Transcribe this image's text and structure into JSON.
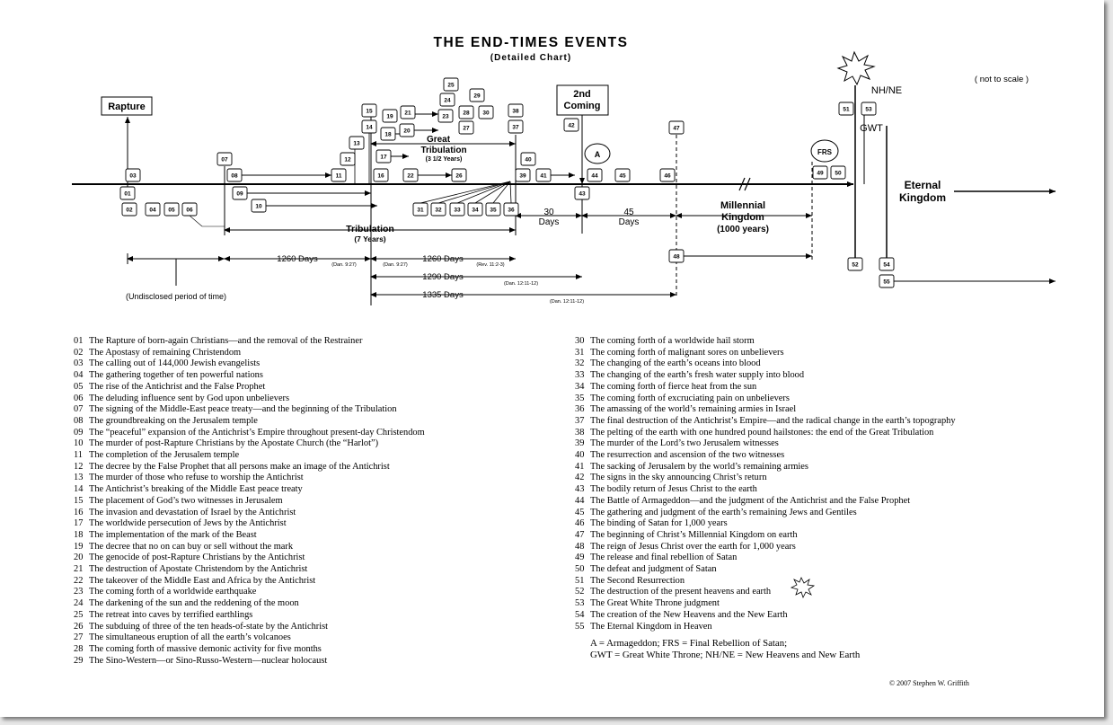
{
  "title": "THE END-TIMES EVENTS",
  "subtitle": "(Detailed Chart)",
  "note": "( not to scale )",
  "labels": {
    "rapture": "Rapture",
    "second_coming_1": "2nd",
    "second_coming_2": "Coming",
    "nhne": "NH/NE",
    "gwt": "GWT",
    "frs": "FRS",
    "armageddon": "A",
    "great_trib_1": "Great",
    "great_trib_2": "Tribulation",
    "great_trib_3": "(3 1/2 Years)",
    "trib_1": "Tribulation",
    "trib_2": "(7 Years)",
    "days30_1": "30",
    "days30_2": "Days",
    "days45_1": "45",
    "days45_2": "Days",
    "mill_1": "Millennial",
    "mill_2": "Kingdom",
    "mill_3": "(1000 years)",
    "eternal_1": "Eternal",
    "eternal_2": "Kingdom",
    "days1260a": "1260 Days",
    "days1260b": "1260 Days",
    "days1290": "1290 Days",
    "days1335": "1335 Days",
    "ref_dan927a": "(Dan. 9:27)",
    "ref_dan927b": "(Dan. 9:27)",
    "ref_rev": "(Rev. 11:2-3)",
    "ref_dan1211a": "(Dan. 12:11-12)",
    "ref_dan1211b": "(Dan. 12:11-12)",
    "undisclosed": "(Undisclosed period of time)"
  },
  "boxes": [
    "01",
    "02",
    "03",
    "04",
    "05",
    "06",
    "07",
    "08",
    "09",
    "10",
    "11",
    "12",
    "13",
    "14",
    "15",
    "16",
    "17",
    "18",
    "19",
    "20",
    "21",
    "22",
    "23",
    "24",
    "25",
    "26",
    "27",
    "28",
    "29",
    "30",
    "31",
    "32",
    "33",
    "34",
    "35",
    "36",
    "37",
    "38",
    "39",
    "40",
    "41",
    "42",
    "43",
    "44",
    "45",
    "46",
    "47",
    "48",
    "49",
    "50",
    "51",
    "52",
    "53",
    "54",
    "55"
  ],
  "legend_left": [
    {
      "num": "01",
      "text": "The Rapture of born-again Christians—and the removal of the Restrainer"
    },
    {
      "num": "02",
      "text": "The Apostasy of remaining Christendom"
    },
    {
      "num": "03",
      "text": "The calling out of 144,000 Jewish evangelists"
    },
    {
      "num": "04",
      "text": "The gathering together of ten powerful nations"
    },
    {
      "num": "05",
      "text": "The rise of the Antichrist and the False Prophet"
    },
    {
      "num": "06",
      "text": "The deluding influence sent by God upon unbelievers"
    },
    {
      "num": "07",
      "text": "The signing of the Middle-East peace treaty—and the beginning of the Tribulation"
    },
    {
      "num": "08",
      "text": "The groundbreaking on the Jerusalem temple"
    },
    {
      "num": "09",
      "text": "The “peaceful” expansion of the Antichrist’s Empire throughout present-day Christendom"
    },
    {
      "num": "10",
      "text": "The murder of post-Rapture Christians by the Apostate Church (the “Harlot”)"
    },
    {
      "num": "11",
      "text": "The completion of the Jerusalem temple"
    },
    {
      "num": "12",
      "text": "The decree by the False Prophet that all persons make an image of the Antichrist"
    },
    {
      "num": "13",
      "text": "The murder of those who refuse to worship the Antichrist"
    },
    {
      "num": "14",
      "text": "The Antichrist’s breaking of the Middle East peace treaty"
    },
    {
      "num": "15",
      "text": "The placement of God’s two witnesses in Jerusalem"
    },
    {
      "num": "16",
      "text": "The invasion and devastation of Israel by the Antichrist"
    },
    {
      "num": "17",
      "text": "The worldwide persecution of Jews by the Antichrist"
    },
    {
      "num": "18",
      "text": "The implementation of the mark of the Beast"
    },
    {
      "num": "19",
      "text": "The decree that no on can buy or sell without the mark"
    },
    {
      "num": "20",
      "text": "The genocide of post-Rapture Christians by the Antichrist"
    },
    {
      "num": "21",
      "text": "The destruction of Apostate Christendom by the Antichrist"
    },
    {
      "num": "22",
      "text": "The takeover of the Middle East and Africa by the Antichrist"
    },
    {
      "num": "23",
      "text": "The coming forth of a worldwide earthquake"
    },
    {
      "num": "24",
      "text": "The darkening of the sun and the reddening of the moon"
    },
    {
      "num": "25",
      "text": "The retreat into caves by terrified earthlings"
    },
    {
      "num": "26",
      "text": "The subduing of three of the ten heads-of-state by the Antichrist"
    },
    {
      "num": "27",
      "text": "The simultaneous eruption of all the earth’s volcanoes"
    },
    {
      "num": "28",
      "text": "The coming forth of massive demonic activity for five months"
    },
    {
      "num": "29",
      "text": "The Sino-Western—or Sino-Russo-Western—nuclear holocaust"
    }
  ],
  "legend_right": [
    {
      "num": "30",
      "text": "The coming forth of a worldwide hail storm"
    },
    {
      "num": "31",
      "text": "The coming forth of malignant sores on unbelievers"
    },
    {
      "num": "32",
      "text": "The changing of the earth’s oceans into blood"
    },
    {
      "num": "33",
      "text": "The changing of the earth’s fresh water supply into blood"
    },
    {
      "num": "34",
      "text": "The coming forth of fierce heat from the sun"
    },
    {
      "num": "35",
      "text": "The coming forth of excruciating pain on unbelievers"
    },
    {
      "num": "36",
      "text": "The amassing of the world’s remaining armies in Israel"
    },
    {
      "num": "37",
      "text": "The final destruction of the Antichrist’s Empire—and the radical change in the earth’s topography"
    },
    {
      "num": "38",
      "text": "The pelting of the earth with one hundred pound hailstones: the end of the Great Tribulation"
    },
    {
      "num": "39",
      "text": "The murder of the Lord’s two Jerusalem witnesses"
    },
    {
      "num": "40",
      "text": "The resurrection and ascension of the two witnesses"
    },
    {
      "num": "41",
      "text": "The sacking of Jerusalem by the world’s remaining armies"
    },
    {
      "num": "42",
      "text": "The signs in the sky announcing Christ’s return"
    },
    {
      "num": "43",
      "text": "The bodily return of Jesus Christ to the earth"
    },
    {
      "num": "44",
      "text": "The Battle of Armageddon—and the judgment of the Antichrist and the False Prophet"
    },
    {
      "num": "45",
      "text": "The gathering and judgment of the earth’s remaining Jews and Gentiles"
    },
    {
      "num": "46",
      "text": "The binding of Satan for 1,000 years"
    },
    {
      "num": "47",
      "text": "The beginning of Christ’s Millennial Kingdom on earth"
    },
    {
      "num": "48",
      "text": "The reign of Jesus Christ over the earth for 1,000 years"
    },
    {
      "num": "49",
      "text": "The release and final rebellion of Satan"
    },
    {
      "num": "50",
      "text": "The defeat and judgment of Satan"
    },
    {
      "num": "51",
      "text": "The Second Resurrection"
    },
    {
      "num": "52",
      "text": "The destruction of the present heavens and earth"
    },
    {
      "num": "53",
      "text": "The Great White Throne judgment"
    },
    {
      "num": "54",
      "text": "The creation of the New Heavens and the New Earth"
    },
    {
      "num": "55",
      "text": "The Eternal Kingdom in Heaven"
    }
  ],
  "abbreviations": {
    "line1": "A = Armageddon;  FRS = Final Rebellion of Satan;",
    "line2": "GWT = Great White Throne;  NH/NE = New Heavens and New Earth"
  },
  "copyright": "©  2007 Stephen W. Griffith"
}
